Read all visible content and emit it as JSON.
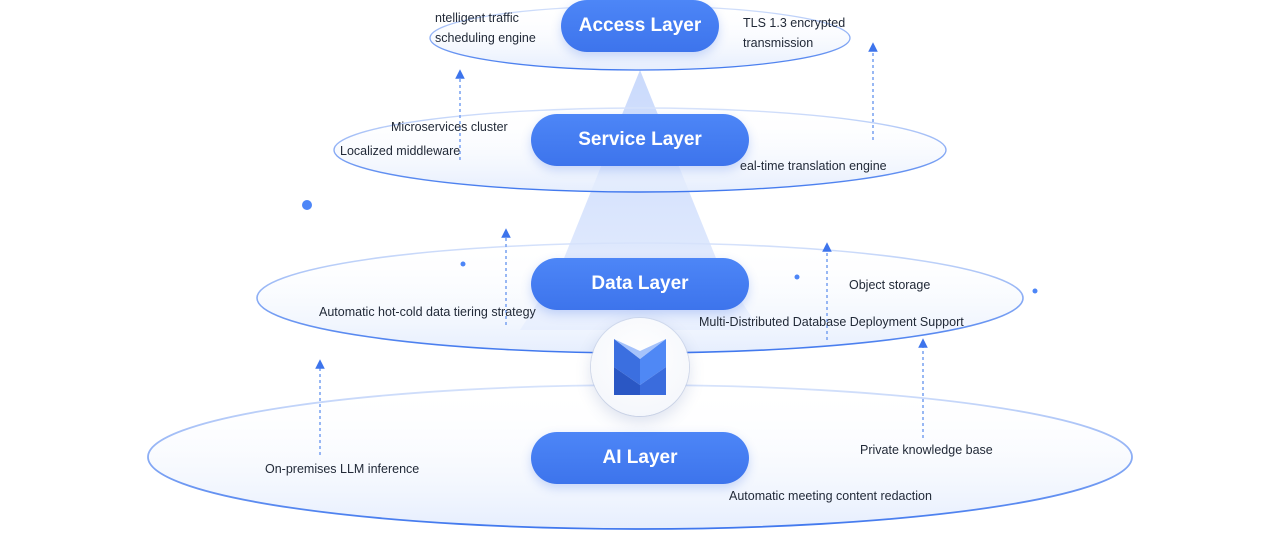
{
  "layers": {
    "access": {
      "label": "Access Layer",
      "features": [
        "ntelligent traffic\nscheduling engine",
        "TLS 1.3 encrypted\ntransmission"
      ]
    },
    "service": {
      "label": "Service Layer",
      "features": [
        "Microservices cluster",
        "Localized middleware",
        "eal-time translation engine"
      ]
    },
    "data": {
      "label": "Data Layer",
      "features": [
        "Object storage",
        "Automatic hot-cold data tiering strategy",
        "Multi-Distributed Database Deployment Support"
      ]
    },
    "ai": {
      "label": "AI Layer",
      "features": [
        "On-premises LLM inference",
        "Private knowledge base",
        "Automatic meeting content redaction"
      ]
    }
  },
  "hub": {
    "icon": "logo-icon"
  },
  "colors": {
    "pill": "#3f77ee",
    "arrow": "#3d74ec",
    "ring": "#7fa6f2",
    "beam": "#b9cefb"
  }
}
